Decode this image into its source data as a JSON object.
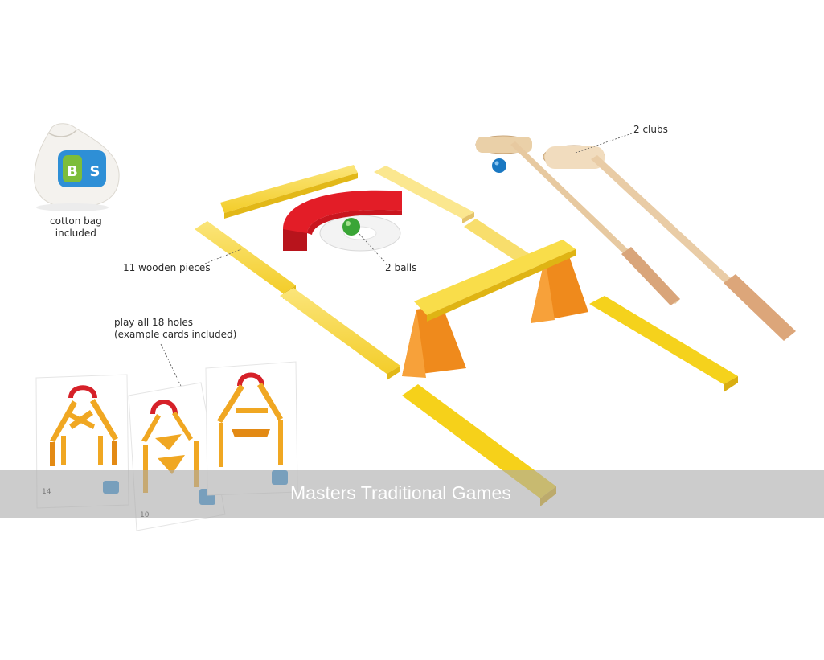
{
  "labels": {
    "bag": "cotton bag\nincluded",
    "pieces": "11 wooden pieces",
    "balls": "2 balls",
    "clubs": "2 clubs",
    "holes": "play all 18 holes\n(example cards included)"
  },
  "logo_text": "BS",
  "cards": [
    {
      "number": "14"
    },
    {
      "number": "10"
    }
  ],
  "banner": {
    "text": "Masters Traditional Games"
  },
  "colors": {
    "plank_yellow": "#f5cf1e",
    "triangle_orange": "#ef8a1c",
    "arch_red": "#e31d27",
    "ball_green": "#3aa536",
    "ball_blue": "#1a78c2",
    "wood": "#e7c9a0",
    "logo_blue": "#2e8fd6",
    "logo_green": "#7dbd3a"
  }
}
